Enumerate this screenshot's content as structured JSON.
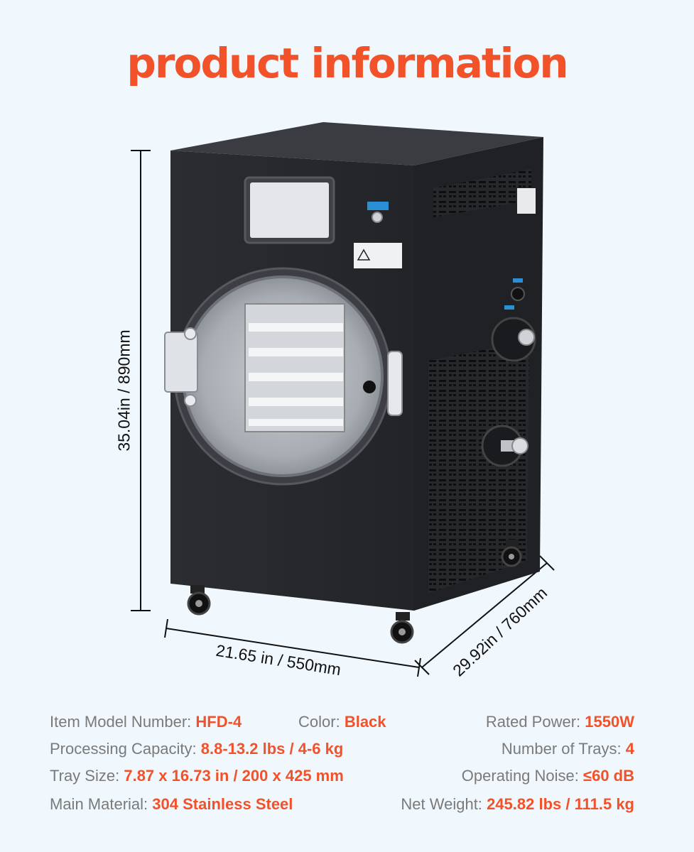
{
  "title": "product information",
  "dimensions": {
    "height": "35.04in / 890mm",
    "width": "21.65 in / 550mm",
    "depth": "29.92in / 760mm"
  },
  "specs": {
    "model": {
      "label": "Item Model Number:",
      "value": "HFD-4"
    },
    "color": {
      "label": "Color:",
      "value": "Black"
    },
    "power": {
      "label": "Rated Power:",
      "value": "1550W"
    },
    "capacity": {
      "label": "Processing Capacity:",
      "value": "8.8-13.2 lbs / 4-6 kg"
    },
    "trays": {
      "label": "Number of Trays:",
      "value": "4"
    },
    "tray_size": {
      "label": "Tray Size:",
      "value": "7.87 x 16.73 in  / 200 x 425 mm"
    },
    "noise": {
      "label": "Operating Noise:",
      "value": "≤60 dB"
    },
    "material": {
      "label": "Main Material:",
      "value": "304 Stainless Steel"
    },
    "weight": {
      "label": "Net Weight:",
      "value": "245.82 lbs / 111.5 kg"
    }
  },
  "colors": {
    "accent": "#f2522a",
    "background": "#f1f8fd",
    "cabinet": "#2a2c30",
    "label_text": "#7a7a7a"
  }
}
